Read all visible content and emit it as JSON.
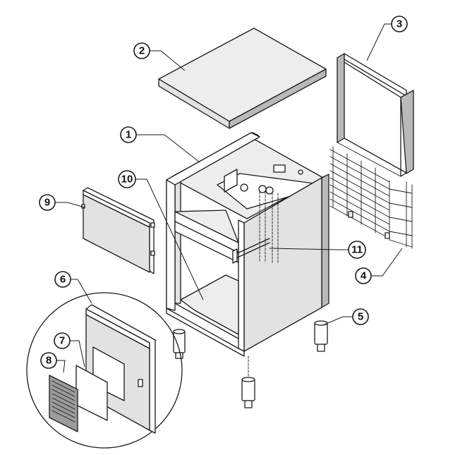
{
  "callouts": [
    {
      "id": "c1",
      "label": "1"
    },
    {
      "id": "c2",
      "label": "2"
    },
    {
      "id": "c3",
      "label": "3"
    },
    {
      "id": "c4",
      "label": "4"
    },
    {
      "id": "c5",
      "label": "5"
    },
    {
      "id": "c6",
      "label": "6"
    },
    {
      "id": "c7",
      "label": "7"
    },
    {
      "id": "c8",
      "label": "8"
    },
    {
      "id": "c9",
      "label": "9"
    },
    {
      "id": "c10",
      "label": "10"
    },
    {
      "id": "c11",
      "label": "11"
    }
  ],
  "colors": {
    "line": "#1a1a1a",
    "top_face": "#ededed",
    "side_face": "#b9b9b9",
    "front_face": "#e2e2e2",
    "shadow": "#9c9c9c"
  }
}
